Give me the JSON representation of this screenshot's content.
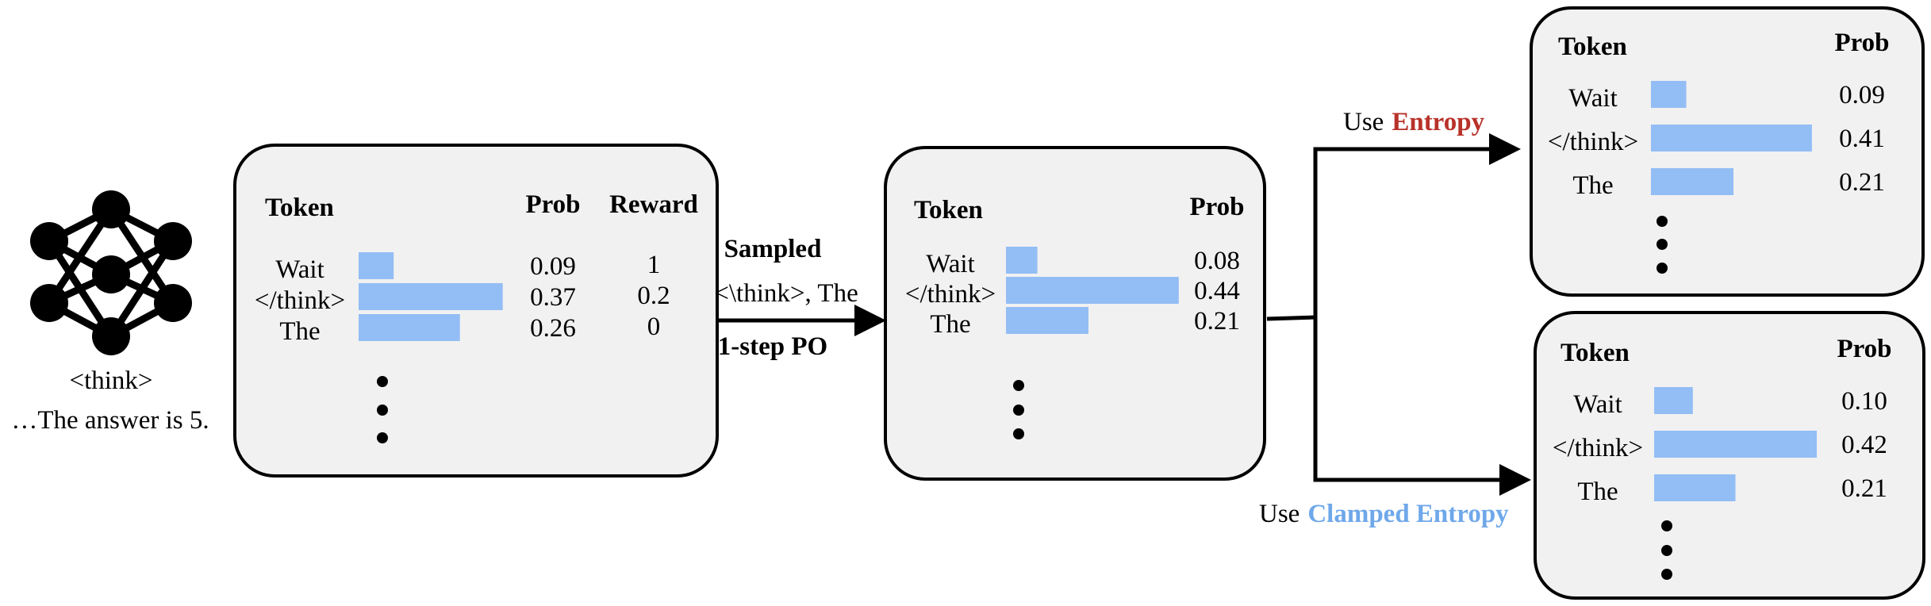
{
  "colors": {
    "token_blue": "#3d7fe6",
    "bar_fill": "#93bdf5",
    "highlight_red": "#d23a28",
    "highlight_green": "#2e9a3a",
    "entropy_red": "#b8322a",
    "clamped_blue": "#6fa8ea"
  },
  "icons": {
    "model": "neural-network-icon"
  },
  "model": {
    "prompt_line1": "<think>",
    "prompt_line2": "…The answer is 5."
  },
  "initial_table": {
    "header_token": "Token",
    "header_prob": "Prob",
    "header_reward": "Reward",
    "rows": [
      {
        "token": "Wait",
        "prob": "0.09",
        "reward": "1",
        "bar": 0.09
      },
      {
        "token": "</think>",
        "prob": "0.37",
        "reward": "0.2",
        "bar": 0.37
      },
      {
        "token": "The",
        "prob": "0.26",
        "reward": "0",
        "bar": 0.26
      }
    ]
  },
  "step": {
    "label_top": "Sampled",
    "label_mid": "<\\think>, The",
    "label_bottom": "1-step PO"
  },
  "updated_table": {
    "header_token": "Token",
    "header_prob": "Prob",
    "rows": [
      {
        "token": "Wait",
        "prob": "0.08",
        "bar": 0.08
      },
      {
        "token": "</think>",
        "prob": "0.44",
        "bar": 0.44
      },
      {
        "token": "The",
        "prob": "0.21",
        "bar": 0.21
      }
    ]
  },
  "branch_entropy": {
    "label_prefix": "Use",
    "label_emph": "Entropy",
    "table": {
      "header_token": "Token",
      "header_prob": "Prob",
      "rows": [
        {
          "token": "Wait",
          "prob": "0.09",
          "bar": 0.09
        },
        {
          "token": "</think>",
          "prob": "0.41",
          "bar": 0.41
        },
        {
          "token": "The",
          "prob": "0.21",
          "bar": 0.21
        }
      ]
    }
  },
  "branch_clamped": {
    "label_prefix": "Use",
    "label_emph": "Clamped Entropy",
    "table": {
      "header_token": "Token",
      "header_prob": "Prob",
      "rows": [
        {
          "token": "Wait",
          "prob": "0.10",
          "bar": 0.1
        },
        {
          "token": "</think>",
          "prob": "0.42",
          "bar": 0.42
        },
        {
          "token": "The",
          "prob": "0.21",
          "bar": 0.21
        }
      ]
    }
  }
}
